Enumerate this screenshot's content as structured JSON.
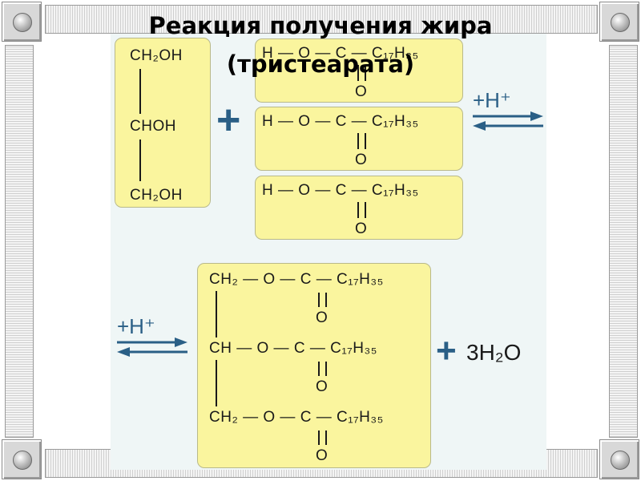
{
  "slide": {
    "title_line1": "Реакция получения жира",
    "title_line2": "(тристеарата)"
  },
  "glycerol": {
    "row1": "CH₂OH",
    "row2": "CHOH",
    "row3": "CH₂OH"
  },
  "acid": {
    "row_text": "H — O — C — C₁₇H₃₅",
    "oxygen": "O"
  },
  "product": {
    "row1": "CH₂ — O — C — C₁₇H₃₅",
    "row2": "CH — O — C — C₁₇H₃₅",
    "row3": "CH₂ — O — C — C₁₇H₃₅",
    "oxygen": "O"
  },
  "symbols": {
    "plus": "+",
    "catalyst": "+H⁺",
    "water": "3H₂O"
  },
  "colors": {
    "box_fill": "#faf59e",
    "accent_blue": "#2a5f86",
    "panel": "#eff6f6"
  }
}
